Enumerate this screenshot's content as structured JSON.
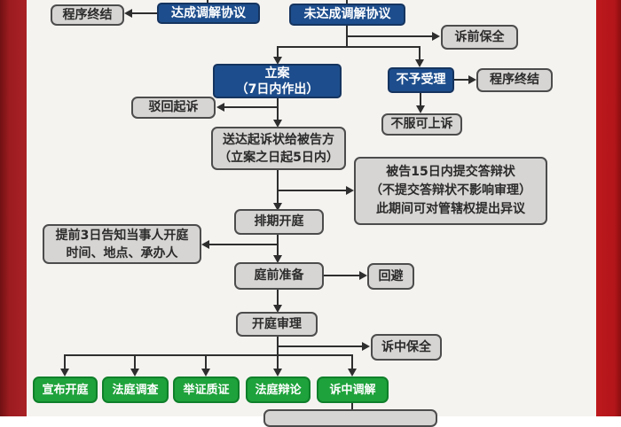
{
  "colors": {
    "blue_fill": "#1d4d8c",
    "blue_border": "#15345f",
    "gray_fill": "#d7d5d3",
    "gray_border": "#4c4c4c",
    "green_fill": "#1ea23b",
    "green_border": "#0f7f2a",
    "connector_line": "#2e2e2e",
    "panel_background": "#f5f3f0",
    "left_stripe_red": "#9c1c20",
    "right_stripe_red": "#b2151a"
  },
  "nodes": {
    "procedure_end_left": "程序终结",
    "mediation_reached": "达成调解协议",
    "mediation_not_reached": "未达成调解协议",
    "pre_litigation_preservation": "诉前保全",
    "case_filing_line1": "立案",
    "case_filing_line2": "（7日内作出）",
    "not_accepted": "不予受理",
    "procedure_end_right": "程序终结",
    "dismiss_lawsuit": "驳回起诉",
    "appeal_if_unsatisfied": "不服可上诉",
    "serve_complaint_line1": "送达起诉状给被告方",
    "serve_complaint_line2": "（立案之日起5日内）",
    "defendant_reply_line1": "被告15日内提交答辩状",
    "defendant_reply_line2": "（不提交答辩状不影响审理）",
    "defendant_reply_line3": "此期间可对管辖权提出异议",
    "schedule_hearing": "排期开庭",
    "notify_parties_line1": "提前3日告知当事人开庭",
    "notify_parties_line2": "时间、地点、承办人",
    "pretrial_preparation": "庭前准备",
    "recusal": "回避",
    "court_hearing": "开庭审理",
    "in_litigation_preservation": "诉中保全",
    "announce_opening": "宣布开庭",
    "court_investigation": "法庭调查",
    "evidence_cross_examination": "举证质证",
    "court_debate": "法庭辩论",
    "in_litigation_mediation": "诉中调解"
  },
  "edges": [
    {
      "from": "达成调解协议",
      "to": "程序终结"
    },
    {
      "from": "未达成调解协议",
      "to": "诉前保全"
    },
    {
      "from": "未达成调解协议",
      "to": "立案（7日内作出）"
    },
    {
      "from": "未达成调解协议",
      "to": "不予受理"
    },
    {
      "from": "立案（7日内作出）",
      "to": "驳回起诉"
    },
    {
      "from": "立案（7日内作出）",
      "to": "送达起诉状给被告方（立案之日起5日内）"
    },
    {
      "from": "不予受理",
      "to": "程序终结"
    },
    {
      "from": "不予受理",
      "to": "不服可上诉"
    },
    {
      "from": "送达起诉状给被告方（立案之日起5日内）",
      "to": "被告15日内提交答辩状"
    },
    {
      "from": "送达起诉状给被告方（立案之日起5日内）",
      "to": "排期开庭"
    },
    {
      "from": "排期开庭",
      "to": "提前3日告知当事人开庭时间、地点、承办人"
    },
    {
      "from": "排期开庭",
      "to": "庭前准备"
    },
    {
      "from": "庭前准备",
      "to": "回避"
    },
    {
      "from": "庭前准备",
      "to": "开庭审理"
    },
    {
      "from": "开庭审理",
      "to": "诉中保全"
    },
    {
      "from": "开庭审理",
      "to": "宣布开庭"
    },
    {
      "from": "开庭审理",
      "to": "法庭调查"
    },
    {
      "from": "开庭审理",
      "to": "举证质证"
    },
    {
      "from": "开庭审理",
      "to": "法庭辩论"
    },
    {
      "from": "开庭审理",
      "to": "诉中调解"
    },
    {
      "from": "诉中调解",
      "to": "（下一流程，图片底部被裁切）"
    }
  ]
}
